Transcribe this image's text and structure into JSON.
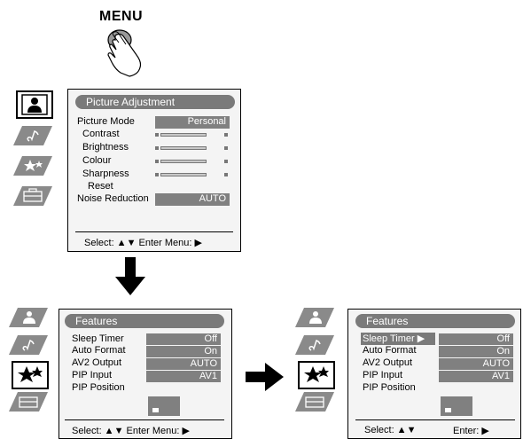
{
  "menu_button": {
    "label": "MENU"
  },
  "icons": {
    "hand": "hand-pressing-button-icon",
    "picture": "person-picture-icon",
    "sound": "music-note-icon",
    "features": "stars-icon",
    "setup": "toolbox-icon",
    "down_arrow": "down-arrow-icon",
    "right_arrow": "right-arrow-icon"
  },
  "picture_menu": {
    "title": "Picture Adjustment",
    "rows": [
      {
        "label": "Picture Mode",
        "value": "Personal"
      },
      {
        "label": "Contrast"
      },
      {
        "label": "Brightness"
      },
      {
        "label": "Colour"
      },
      {
        "label": "Sharpness"
      },
      {
        "label": "Reset"
      },
      {
        "label": "Noise Reduction",
        "value": "AUTO"
      }
    ],
    "footer": "Select: ▲▼  Enter Menu: ▶"
  },
  "features_menu_1": {
    "title": "Features",
    "rows": [
      {
        "label": "Sleep Timer",
        "value": "Off"
      },
      {
        "label": "Auto Format",
        "value": "On"
      },
      {
        "label": "AV2 Output",
        "value": "AUTO"
      },
      {
        "label": "PIP Input",
        "value": "AV1"
      },
      {
        "label": "PIP Position"
      }
    ],
    "footer": "Select: ▲▼  Enter Menu: ▶"
  },
  "features_menu_2": {
    "title": "Features",
    "rows": [
      {
        "label": "Sleep Timer ▶",
        "value": "Off"
      },
      {
        "label": "Auto Format",
        "value": "On"
      },
      {
        "label": "AV2 Output",
        "value": "AUTO"
      },
      {
        "label": "PIP Input",
        "value": "AV1"
      },
      {
        "label": "PIP Position"
      }
    ],
    "footer_select": "Select: ▲▼",
    "footer_enter": "Enter: ▶"
  },
  "colors": {
    "menu_gray": "#7a7a7a",
    "tab_gray": "#8a8a8a"
  }
}
